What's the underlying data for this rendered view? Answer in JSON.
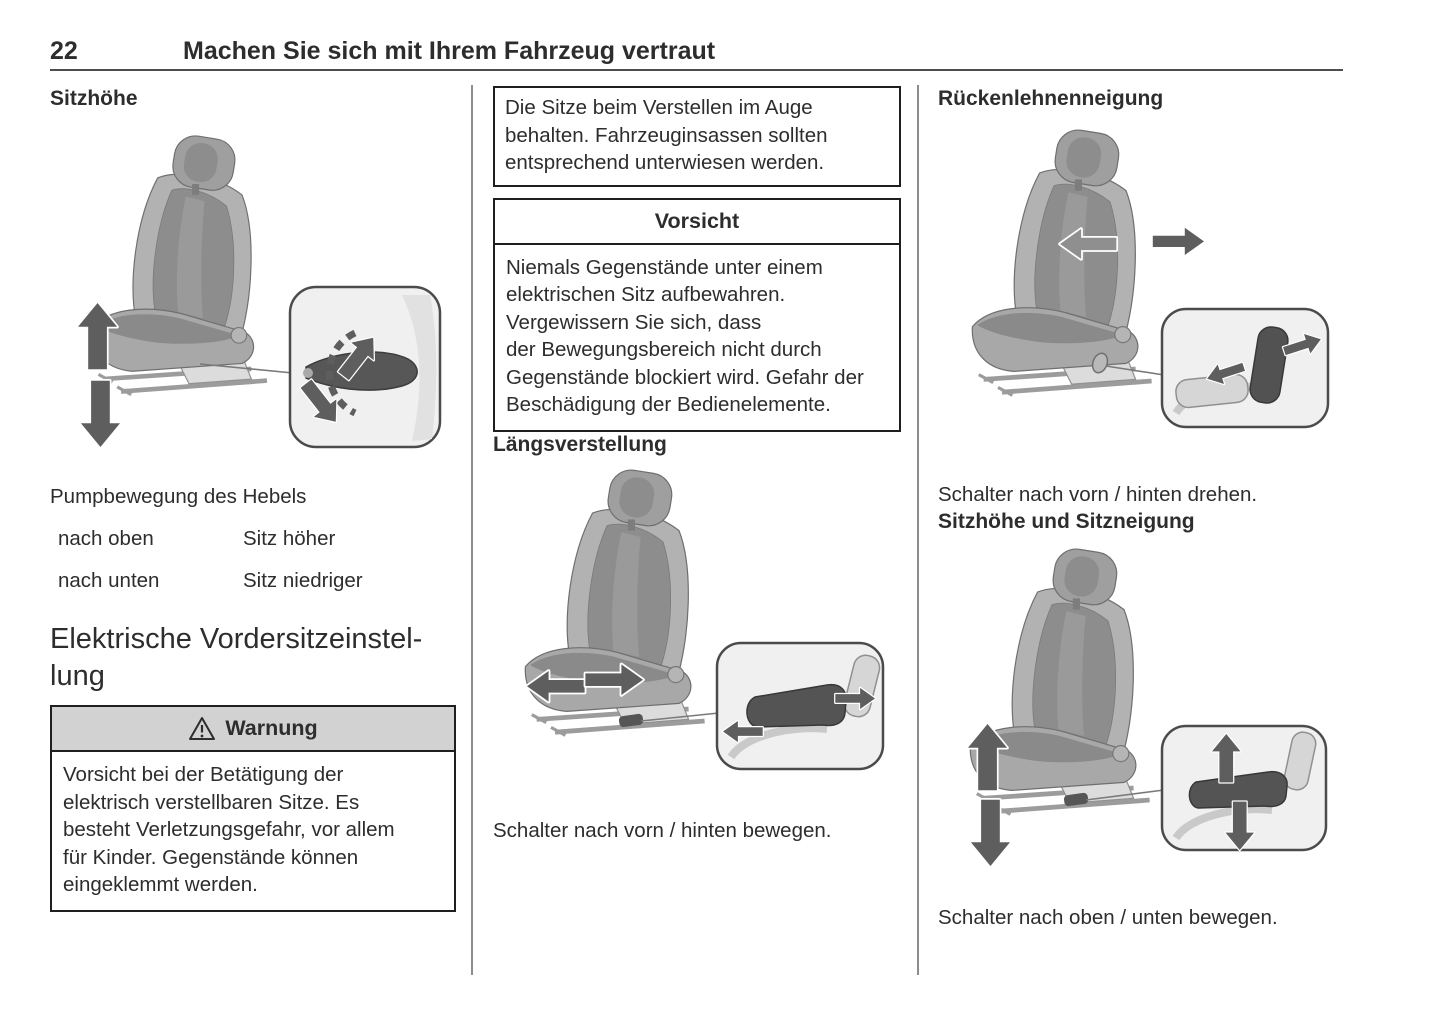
{
  "page": {
    "number": "22",
    "chapter": "Machen Sie sich mit Ihrem Fahrzeug vertraut"
  },
  "left_column": {
    "seat_height_heading": "Sitzhöhe",
    "pump_text": "Pumpbewegung des Hebels",
    "pump_table": [
      {
        "action": "nach oben",
        "result": "Sitz höher"
      },
      {
        "action": "nach unten",
        "result": "Sitz niedriger"
      }
    ],
    "electric_heading": "Elektrische Vordersitzeinstel-\nlung",
    "warning_box": {
      "icon": "warning-triangle-icon",
      "title": "Warnung",
      "body": "Vorsicht bei der Betätigung der\nelektrisch verstellbaren Sitze. Es\nbesteht Verletzungsgefahr, vor allem\nfür Kinder. Gegenstände können\neingeklemmt werden."
    }
  },
  "middle_column": {
    "note_box": "Die Sitze beim Verstellen im Auge\nbehalten. Fahrzeuginsassen sollten\nentsprechend unterwiesen werden.",
    "caution_box": {
      "title": "Vorsicht",
      "body": "Niemals Gegenstände unter einem\nelektrischen Sitz aufbewahren.\nVergewissern Sie sich, dass\nder Bewegungsbereich nicht durch\nGegenstände blockiert wird. Gefahr der\nBeschädigung der Bedienelemente."
    },
    "longitudinal_heading": "Längsverstellung",
    "caption": "Schalter nach vorn / hinten bewegen."
  },
  "right_column": {
    "backrest_heading": "Rückenlehnenneigung",
    "caption1": "Schalter nach vorn / hinten drehen.",
    "height_tilt_heading": "Sitzhöhe und Sitzneigung",
    "caption2": "Schalter nach oben / unten bewegen."
  },
  "figures": {
    "seat_height": "seat-height-adjustment-figure",
    "longitudinal": "seat-longitudinal-adjustment-figure",
    "backrest": "backrest-tilt-figure",
    "height_tilt": "seat-height-tilt-figure"
  }
}
